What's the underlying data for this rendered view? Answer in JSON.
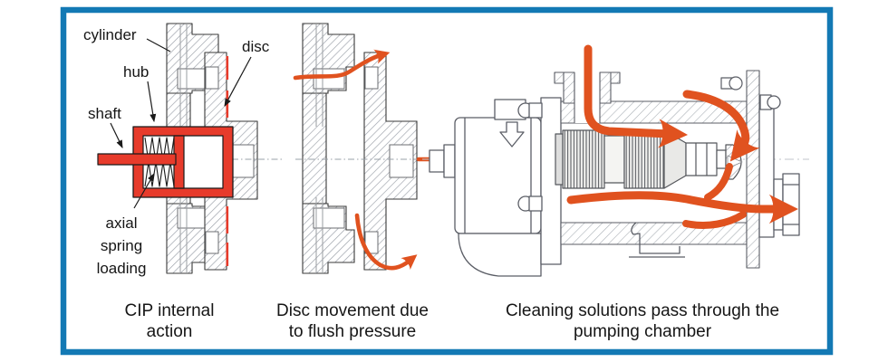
{
  "figure": {
    "description": "CIP flow diagram of a pump",
    "border_color": "#1379b4",
    "accent_red": "#e73b2b",
    "accent_orange": "#e0521f",
    "panels": [
      {
        "name": "cip-internal-action",
        "labels": {
          "cylinder": "cylinder",
          "hub": "hub",
          "shaft": "shaft",
          "disc": "disc",
          "spring_l1": "axial",
          "spring_l2": "spring",
          "spring_l3": "loading"
        },
        "caption": [
          "CIP internal",
          "action"
        ]
      },
      {
        "name": "disc-movement",
        "caption": [
          "Disc movement due",
          "to flush pressure"
        ]
      },
      {
        "name": "cleaning-solution-flow",
        "caption": [
          "Cleaning solutions pass through the",
          "pumping chamber"
        ]
      }
    ]
  }
}
